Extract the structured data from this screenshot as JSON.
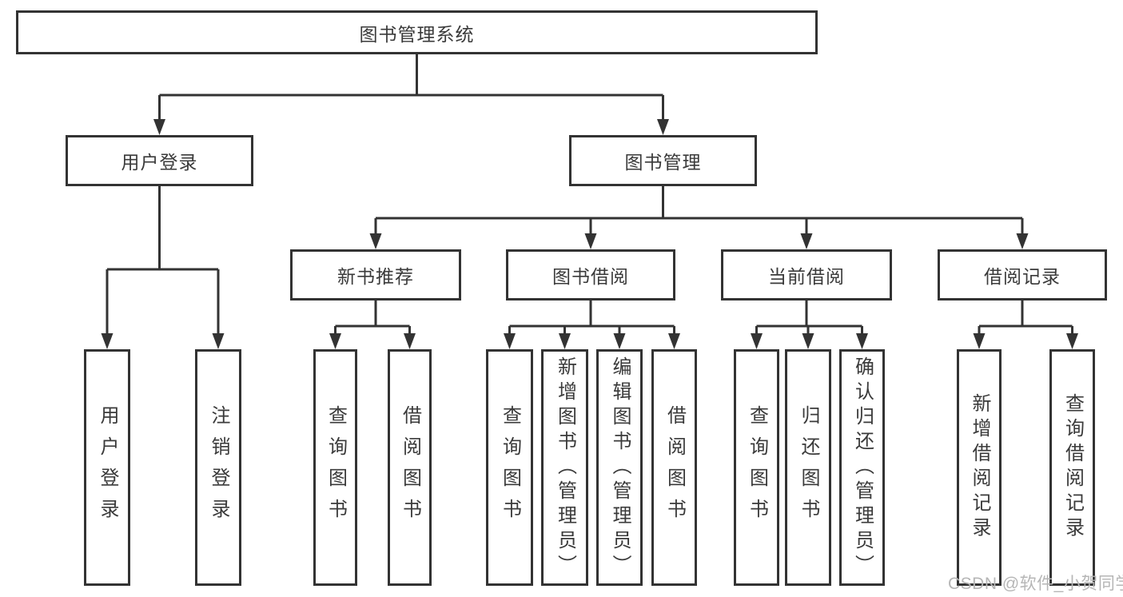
{
  "root": {
    "label": "图书管理系统",
    "children": [
      {
        "label": "用户登录",
        "children": [
          {
            "label": "用户登录"
          },
          {
            "label": "注销登录"
          }
        ]
      },
      {
        "label": "图书管理",
        "children": [
          {
            "label": "新书推荐",
            "children": [
              {
                "label": "查询图书"
              },
              {
                "label": "借阅图书"
              }
            ]
          },
          {
            "label": "图书借阅",
            "children": [
              {
                "label": "查询图书"
              },
              {
                "label": "新增图书（管理员）"
              },
              {
                "label": "编辑图书（管理员）"
              },
              {
                "label": "借阅图书"
              }
            ]
          },
          {
            "label": "当前借阅",
            "children": [
              {
                "label": "查询图书"
              },
              {
                "label": "归还图书"
              },
              {
                "label": "确认归还（管理员）"
              }
            ]
          },
          {
            "label": "借阅记录",
            "children": [
              {
                "label": "新增借阅记录"
              },
              {
                "label": "查询借阅记录"
              }
            ]
          }
        ]
      }
    ]
  },
  "watermark": {
    "text": "CSDN @软件_小贺同学"
  },
  "colors": {
    "line": "#333333",
    "text": "#3a3a3a",
    "box_background": "#ffffff",
    "watermark": "#b6b6b6"
  }
}
